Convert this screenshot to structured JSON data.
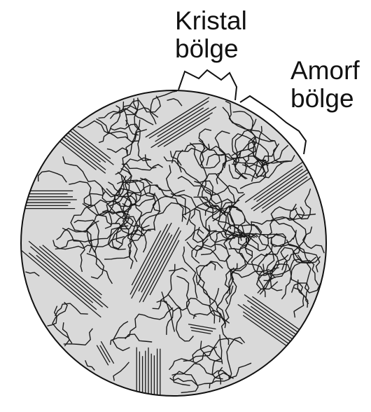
{
  "labels": {
    "crystal": {
      "line1": "Kristal",
      "line2": "bölge"
    },
    "amorphous": {
      "line1": "Amorf",
      "line2": "bölge"
    }
  },
  "colors": {
    "disc_fill": "#d9d9d9",
    "chain_stroke": "#1a1a1a",
    "outline": "#111111",
    "background": "#ffffff"
  },
  "regions": {
    "crystalline_lamella_bundles": 10,
    "background": "amorphous meandering chains"
  }
}
